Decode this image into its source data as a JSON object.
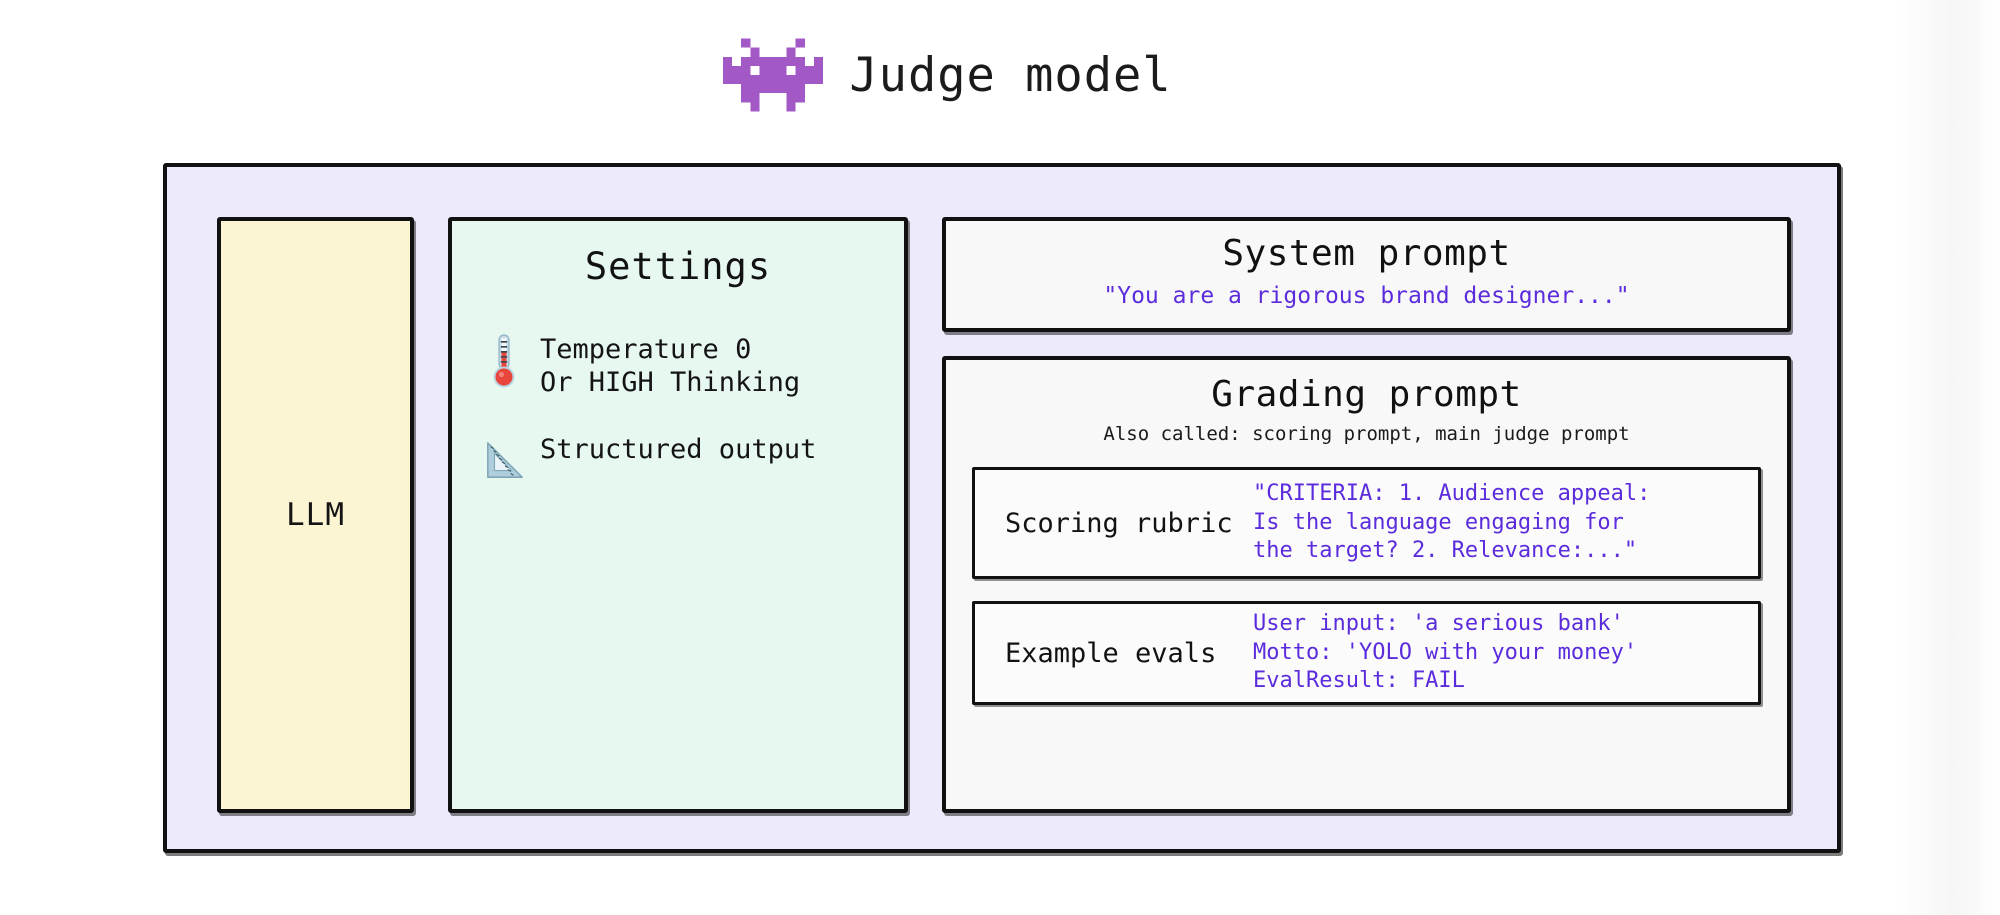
{
  "header": {
    "icon": "space-invader-icon",
    "icon_color": "#A259C6",
    "title": "Judge model"
  },
  "diagram": {
    "container_color": "#EDEAFB",
    "quote_color": "#5B2CDC",
    "llm": {
      "label": "LLM",
      "color": "#FCF5D4"
    },
    "settings": {
      "title": "Settings",
      "color": "#E7F8F1",
      "items": [
        {
          "icon": "thermometer-icon",
          "text": "Temperature 0\nOr HIGH Thinking"
        },
        {
          "icon": "triangular-ruler-icon",
          "text": "Structured output"
        }
      ]
    },
    "system_prompt": {
      "title": "System prompt",
      "quote": "\"You are a rigorous brand designer...\""
    },
    "grading_prompt": {
      "title": "Grading prompt",
      "subtitle": "Also called: scoring prompt, main judge prompt",
      "sections": [
        {
          "label": "Scoring rubric",
          "body": "\"CRITERIA: 1. Audience appeal:\nIs the language engaging for\nthe target? 2. Relevance:...\""
        },
        {
          "label": "Example evals",
          "body": "User input: 'a serious bank'\nMotto: 'YOLO with your money'\nEvalResult: FAIL"
        }
      ]
    }
  }
}
